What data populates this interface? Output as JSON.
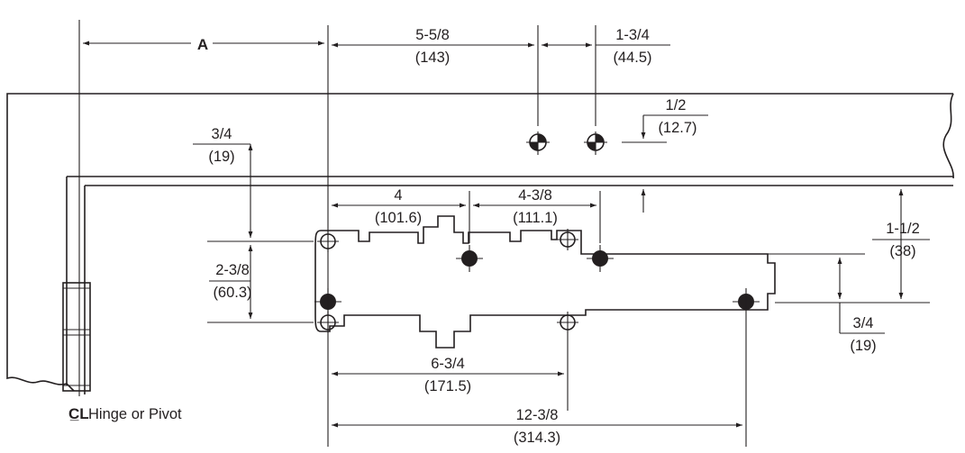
{
  "dimensions": {
    "a_label": "A",
    "d1": {
      "frac": "5-5/8",
      "mm": "(143)"
    },
    "d2": {
      "frac": "1-3/4",
      "mm": "(44.5)"
    },
    "d3": {
      "frac": "1/2",
      "mm": "(12.7)"
    },
    "d4": {
      "frac": "3/4",
      "mm": "(19)"
    },
    "d5": {
      "frac": "4",
      "mm": "(101.6)"
    },
    "d6": {
      "frac": "4-3/8",
      "mm": "(111.1)"
    },
    "d7": {
      "frac": "1-1/2",
      "mm": "(38)"
    },
    "d8": {
      "frac": "2-3/8",
      "mm": "(60.3)"
    },
    "d9": {
      "frac": "3/4",
      "mm": "(19)"
    },
    "d10": {
      "frac": "6-3/4",
      "mm": "(171.5)"
    },
    "d11": {
      "frac": "12-3/8",
      "mm": "(314.3)"
    }
  },
  "hinge_symbol": "C̲L",
  "hinge_label": "Hinge or Pivot",
  "colors": {
    "ink": "#231f20",
    "background": "#ffffff"
  }
}
